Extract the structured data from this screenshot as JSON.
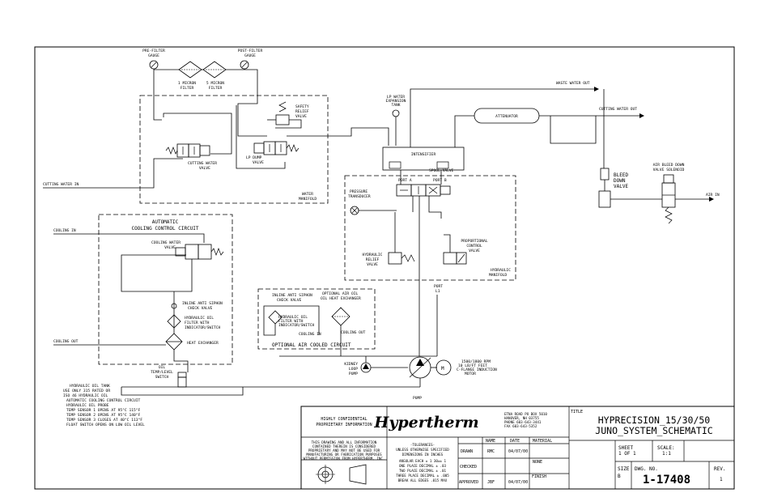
{
  "labels": {
    "pre_filter_gauge": [
      "PRE-FILTER",
      "GAUGE"
    ],
    "post_filter_gauge": [
      "POST-FILTER",
      "GAUGE"
    ],
    "filter_1_micron": [
      "1 MICRON",
      "FILTER"
    ],
    "filter_5_micron": [
      "5 MICRON",
      "FILTER"
    ],
    "safety_relief_valve": [
      "SAFETY",
      "RELIEF",
      "VALVE"
    ],
    "cutting_water_valve": [
      "CUTTING WATER",
      "VALVE"
    ],
    "lp_dump_valve": [
      "LP DUMP",
      "VALVE"
    ],
    "water_manifold": [
      "WATER",
      "MANIFOLD"
    ],
    "cutting_water_in": "CUTTING WATER IN",
    "lp_water_expansion_tank": [
      "LP WATER",
      "EXPANSION",
      "TANK"
    ],
    "intensifier": "INTENSIFIER",
    "attenuator": "ATTENUATOR",
    "waste_water_out": "WASTE WATER OUT",
    "cutting_water_out": "CUTTING WATER OUT",
    "port_a": "PORT A",
    "port_b": "PORT B",
    "spool_valve": "SPOOL VALVE",
    "pressure_transducer": [
      "PRESSURE",
      "TRANSDUCER"
    ],
    "hydraulic_relief_valve": [
      "HYDRAULIC",
      "RELIEF",
      "VALVE"
    ],
    "proportional_control_valve": [
      "PROPORTIONAL",
      "CONTROL",
      "VALVE"
    ],
    "hydraulic_manifold": [
      "HYDRAULIC",
      "MANIFOLD"
    ],
    "port_l1": [
      "PORT",
      "L1"
    ],
    "bleed_down_valve": [
      "BLEED",
      "DOWN",
      "VALVE"
    ],
    "air_bleed_down_valve_solenoid": [
      "AIR BLEED DOWN",
      "VALVE SOLENOID"
    ],
    "air_in": "AIR IN",
    "automatic_cooling_control_circuit": [
      "AUTOMATIC",
      "COOLING CONTROL CIRCUIT"
    ],
    "cooling_in": "COOLING IN",
    "cooling_water_valve": [
      "COOLING WATER",
      "VALVE"
    ],
    "inline_anti_siphon_check_valve": [
      "INLINE ANTI SIPHON",
      "CHECK VALVE"
    ],
    "hydraulic_oil_filter": [
      "HYDRAULIC OIL",
      "FILTER WITH",
      "INDICATOR/SWITCH"
    ],
    "heat_exchanger": "HEAT EXCHANGER",
    "cooling_out": "COOLING OUT",
    "optional_inline_anti_siphon": [
      "INLINE ANTI SIPHON",
      "CHECK VALVE"
    ],
    "optional_hydraulic_oil_filter": [
      "HYDRAULIC OIL",
      "FILTER WITH",
      "INDICATOR/SWITCH"
    ],
    "optional_air_oil_heat_exchanger": [
      "OPTIONAL AIR OIL",
      "OIL HEAT EXCHANGER"
    ],
    "cooling_in_opt": "COOLING IN",
    "cooling_out_opt": "COOLING OUT",
    "optional_air_cooled_circuit": "OPTIONAL AIR COOLED CIRCUIT",
    "kidney_loop_pump": [
      "KIDNEY",
      "LOOP",
      "PUMP"
    ],
    "pump": "PUMP",
    "motor": [
      "1500/1800 RPM",
      "10 LB/FT FEET",
      "C-FLANGE INDUCTION",
      "MOTOR"
    ],
    "oil_temp_level_switch": [
      "OIL",
      "TEMP/LEVEL",
      "SWITCH"
    ],
    "hydraulic_oil_tank": [
      "HYDRAULIC OIL TANK",
      "USE ONLY 315 RATED OR",
      "ISO 46 HYDRAULIC OIL"
    ],
    "notes": [
      "AUTOMATIC COOLING CONTROL CIRCUIT",
      "HYDRAULIC OIL PROBE",
      "TEMP SENSOR 1 OPENS AT 95°C 115°F",
      "TEMP SENSOR 2 OPENS AT 95°C 140°F",
      "TEMP SENSOR 3 CLOSES AT 40°C 113°F",
      "FLOAT SWITCH OPENS ON LOW OIL LEVEL"
    ]
  },
  "title_block": {
    "confidential": [
      "HIGHLY CONFIDENTIAL",
      "PROPRIETARY INFORMATION"
    ],
    "company": "Hypertherm",
    "address": [
      "ETNA ROAD PO BOX 5010",
      "HANOVER, NH 03755",
      "PHONE 603-643-3441",
      "FAX 603-643-5352"
    ],
    "legal": [
      "THIS DRAWING AND ALL INFORMATION",
      "CONTAINED THEREIN IS CONSIDERED",
      "PROPRIETARY AND MAY NOT BE USED FOR",
      "MANUFACTURING OR FABRICATION PURPOSES",
      "WITHOUT PERMISSION FROM HYPERTHERM, INC."
    ],
    "tolerances": [
      "-TOLERANCES-",
      "UNLESS OTHERWISE SPECIFIED",
      "DIMENSIONS IN INCHES",
      "ANGULAR EACH ± 1  30±± 1",
      "ONE PLACE DECIMAL ± .03",
      "TWO PLACE DECIMAL ± .01",
      "THREE PLACE DECIMAL ± .005",
      "BREAK ALL EDGES .015 MAX"
    ],
    "col_name": "NAME",
    "col_date": "DATE",
    "col_material": "MATERIAL",
    "drawn_label": "DRAWN",
    "drawn_name": "RMC",
    "drawn_date": "04/07/00",
    "checked_label": "CHECKED",
    "approved_label": "APPROVED",
    "approved_name": "JBF",
    "approved_date": "04/07/00",
    "material_value": "NONE",
    "finish_label": "FINISH",
    "title_label": "TITLE",
    "title": [
      "HYPRECISION_15/30/50",
      "JUNO_SYSTEM_SCHEMATIC"
    ],
    "sheet_label": "SHEET",
    "sheet_value": "1 OF 1",
    "scale_label": "SCALE:",
    "scale_value": "1:1",
    "size_label": "SIZE",
    "size_value": "B",
    "dwg_no_label": "DWG. NO.",
    "dwg_no_value": "1-17408",
    "rev_label": "REV.",
    "rev_value": "1"
  }
}
